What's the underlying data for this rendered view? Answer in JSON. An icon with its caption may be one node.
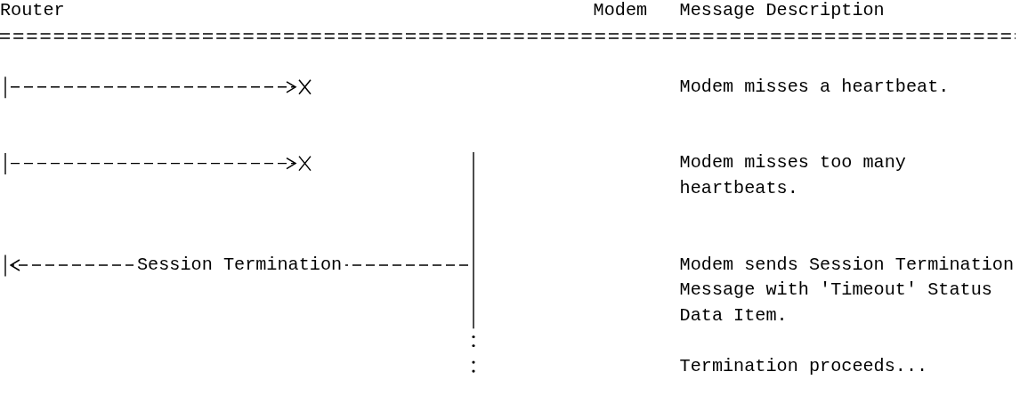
{
  "diagram": {
    "nodes": [
      {
        "text": [
          "Router"
        ]
      },
      {
        "text": [
          "Modem"
        ]
      },
      {
        "text": [],
        "shape": "bar"
      },
      {
        "text": [],
        "shape": "bar"
      }
    ],
    "edges": [
      {
        "from": 2,
        "to": null,
        "arrow": "to"
      },
      {
        "from": 2,
        "to": null,
        "arrow": "to"
      },
      {
        "from": 3,
        "to": 2,
        "label": "Session Termination",
        "arrow": "to"
      }
    ],
    "labels": [
      "Message Description",
      "Modem misses a heartbeat.",
      "Modem misses too many heartbeats.",
      "Modem sends Session Termination Message with 'Timeout' Status Data Item.",
      "Termination proceeds..."
    ]
  }
}
